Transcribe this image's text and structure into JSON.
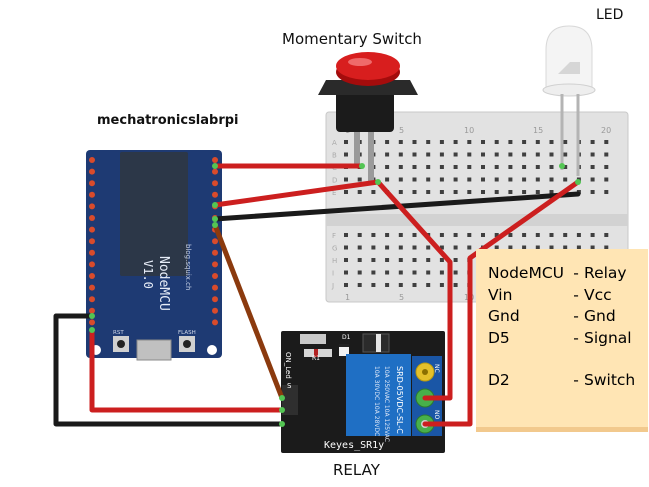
{
  "labels": {
    "switch": "Momentary Switch",
    "led": "LED",
    "relay": "RELAY",
    "author": "mechatronicslabrpi"
  },
  "legend": {
    "rows": [
      {
        "a": "NodeMCU",
        "sep": "-",
        "b": "Relay"
      },
      {
        "a": "Vin",
        "sep": "-",
        "b": "Vcc"
      },
      {
        "a": "Gnd",
        "sep": "-",
        "b": "Gnd"
      },
      {
        "a": "D5",
        "sep": "-",
        "b": "Signal"
      },
      {
        "a": "D2",
        "sep": "-",
        "b": "Switch"
      }
    ]
  },
  "nodemcu": {
    "name": "NodeMCU",
    "version": "V1.0",
    "site": "blog.squix.ch",
    "rst": "RST",
    "flash": "FLASH"
  },
  "breadboard": {
    "col_numbers": [
      "1",
      "5",
      "10",
      "15",
      "20"
    ],
    "rows_top": [
      "A",
      "B",
      "C",
      "D",
      "E"
    ],
    "rows_bottom": [
      "F",
      "G",
      "H",
      "I",
      "J"
    ]
  },
  "relay": {
    "brand": "Keyes_SR1y",
    "model": "SRD-05VDC-SL-C",
    "rating1": "10A 250VAC  10A 125VAC",
    "rating2": "10A 30VDC  10A 28VDC",
    "d1": "D1",
    "r1": "R1",
    "on_led": "ON_Led",
    "s": "S",
    "nc": "NC",
    "no": "NO"
  },
  "colors": {
    "wire_red": "#cc1f1f",
    "wire_black": "#1a1a1a",
    "wire_brown": "#8b3a0e",
    "board_blue": "#1e3a73",
    "relay_blue": "#1f6fc4",
    "legend_bg": "#ffe5b4"
  }
}
